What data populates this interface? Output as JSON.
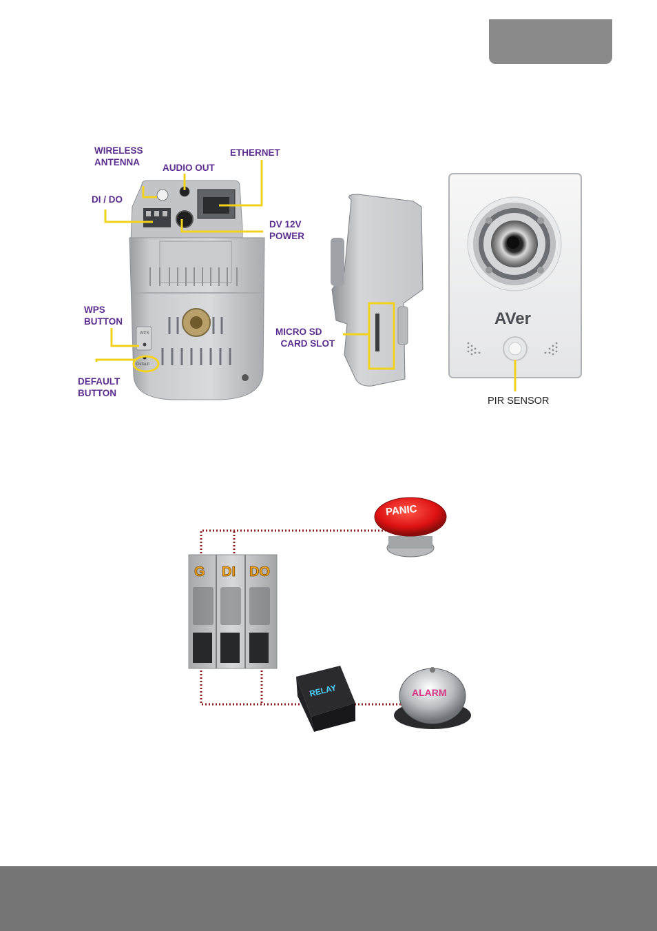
{
  "figure1": {
    "labels": {
      "wireless_antenna": "WIRELESS\nANTENNA",
      "audio_out": "AUDIO OUT",
      "ethernet": "ETHERNET",
      "di_do": "DI / DO",
      "dv_power": "DV 12V\nPOWER",
      "wps_button": "WPS\nBUTTON",
      "default_button": "DEFAULT\nBUTTON",
      "micro_sd": "MICRO SD\n  CARD SLOT",
      "pir_sensor": "PIR SENSOR"
    },
    "panel_text": {
      "wps": "WPS",
      "default": "Default"
    },
    "brand": "AVer"
  },
  "figure2": {
    "terminals": [
      "G",
      "DI",
      "DO"
    ],
    "panic": "PANIC",
    "relay": "RELAY",
    "alarm": "ALARM"
  },
  "colors": {
    "label_purple": "#5b2d8e",
    "callout_yellow": "#f2d21b",
    "wire_red": "#8b1a1a",
    "tab_gray": "#8a8a8a",
    "footer_gray": "#757575",
    "terminal_label": "#f4a31c"
  }
}
